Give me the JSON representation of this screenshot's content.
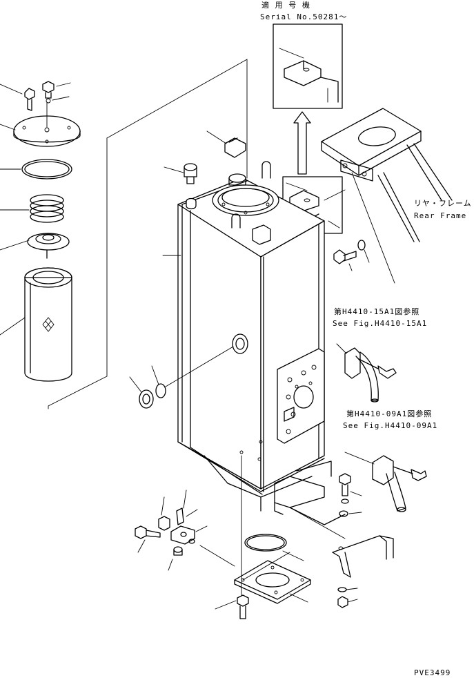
{
  "notes": {
    "serial_heading": "適 用 号 機",
    "serial_number": "Serial No.50281～",
    "rear_frame_jp": "リヤ・フレーム",
    "rear_frame_en": "Rear Frame",
    "ref1_jp": "第H4410-15A1図参照",
    "ref1_en": "See Fig.H4410-15A1",
    "ref2_jp": "第H4410-09A1図参照",
    "ref2_en": "See Fig.H4410-09A1",
    "drawing_code": "PVE3499"
  }
}
